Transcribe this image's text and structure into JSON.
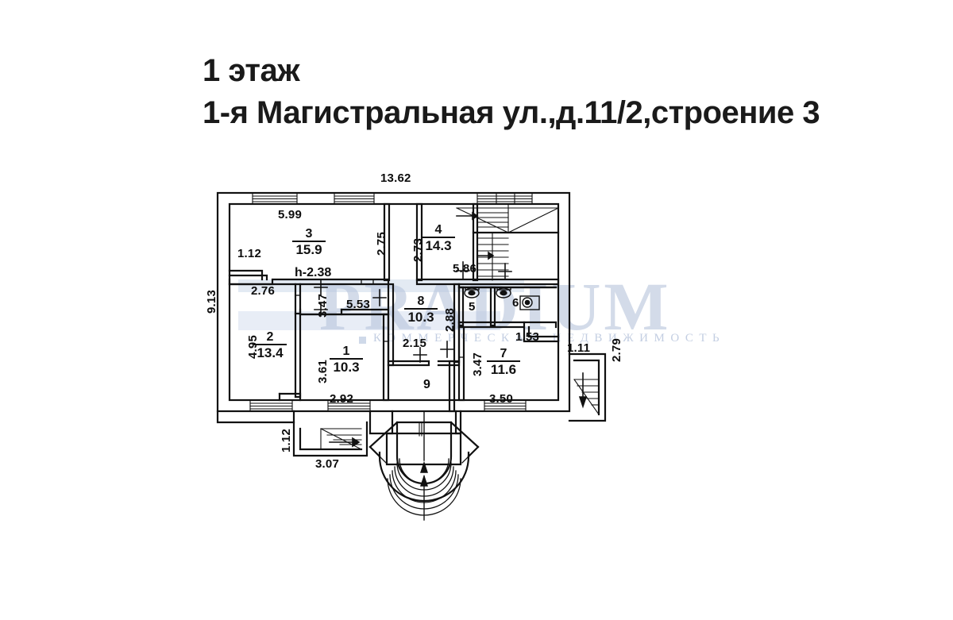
{
  "document": {
    "title_floor": "1 этаж",
    "title_address": "1-я Магистральная ул.,д.11/2,строение 3"
  },
  "watermark": {
    "brand": "PRADIUM",
    "tagline": "КОММЕРЧЕСКАЯ НЕДВИЖИМОСТЬ"
  },
  "plan": {
    "overall": {
      "width_label": "13.62",
      "height_label": "9.13"
    },
    "height_note": "h-2.38",
    "rooms": [
      {
        "number": "1",
        "area": "10.3"
      },
      {
        "number": "2",
        "area": "13.4"
      },
      {
        "number": "3",
        "area": "15.9"
      },
      {
        "number": "4",
        "area": "14.3"
      },
      {
        "number": "5",
        "area": ""
      },
      {
        "number": "6",
        "area": ""
      },
      {
        "number": "7",
        "area": "11.6"
      },
      {
        "number": "8",
        "area": "10.3"
      },
      {
        "number": "9",
        "area": ""
      }
    ],
    "dimensions": {
      "top_overall": "13.62",
      "left_overall": "9.13",
      "room3_width": "5.99",
      "room3_right_height": "2.75",
      "room3_left_offset": "1.12",
      "room4_left_height": "2.73",
      "room4_bottom_width": "5.86",
      "room2_top_width": "2.76",
      "room2_left_height": "4.95",
      "corridor_width": "5.53",
      "corridor_height": "3.47",
      "room1_left_height": "3.61",
      "room1_bottom_width": "2.92",
      "room8_right_height": "2.88",
      "room9_width": "2.15",
      "room7_left_height": "3.47",
      "room7_top_width": "1.53",
      "room7_bottom_width": "3.50",
      "stair_left_height": "1.12",
      "stair_left_width": "3.07",
      "stair_right_width": "1.11",
      "stair_right_height": "2.79"
    }
  }
}
